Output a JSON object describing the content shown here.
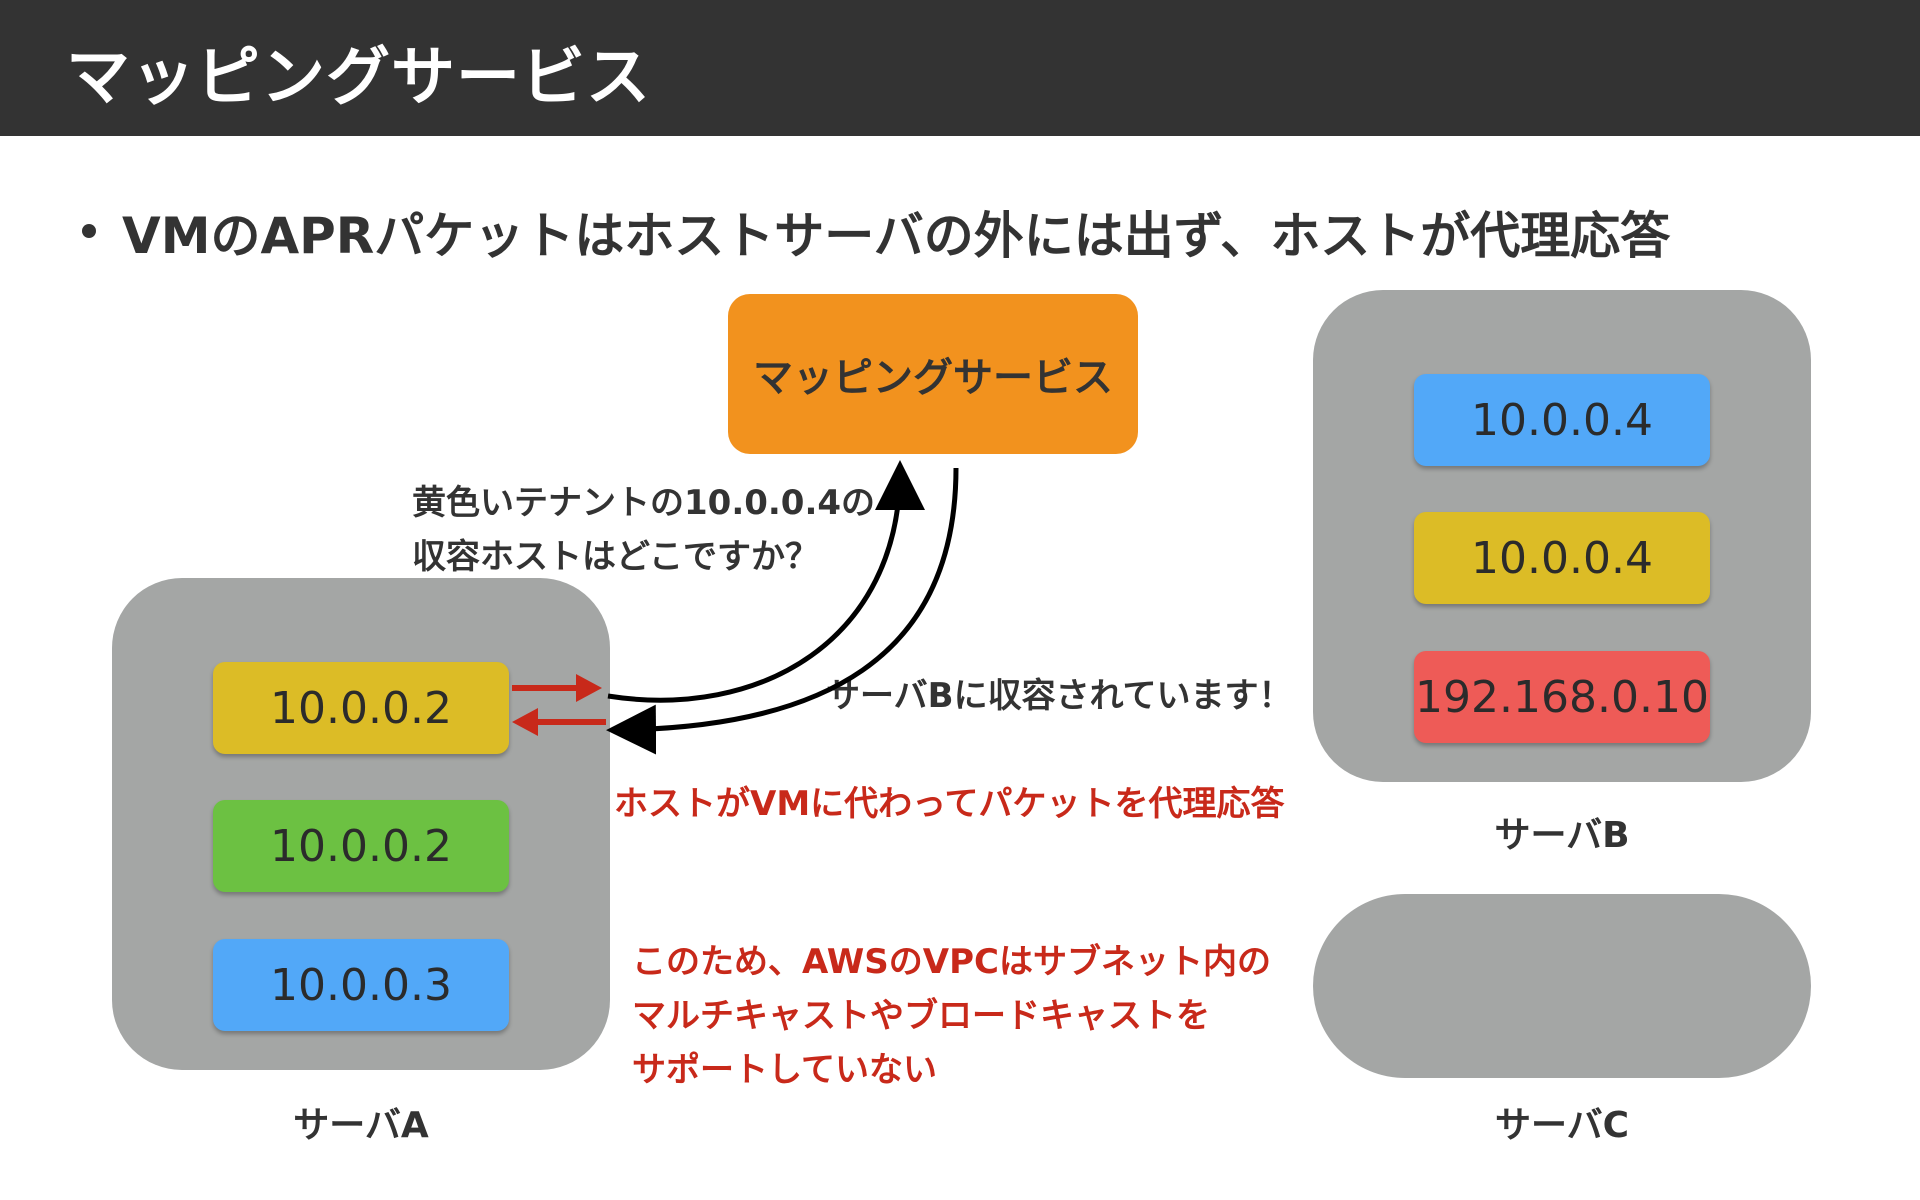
{
  "header": {
    "title": "マッピングサービス"
  },
  "bullet": {
    "text": "VMのAPRパケットはホストサーバの外には出ず、ホストが代理応答"
  },
  "mapping_service": {
    "label": "マッピングサービス"
  },
  "servers": {
    "a": {
      "label": "サーバA",
      "vms": [
        {
          "ip": "10.0.0.2",
          "color": "#dcbc26"
        },
        {
          "ip": "10.0.0.2",
          "color": "#6cc142"
        },
        {
          "ip": "10.0.0.3",
          "color": "#52a8f8"
        }
      ]
    },
    "b": {
      "label": "サーバB",
      "vms": [
        {
          "ip": "10.0.0.4",
          "color": "#52a8f8"
        },
        {
          "ip": "10.0.0.4",
          "color": "#dcbc26"
        },
        {
          "ip": "192.168.0.10",
          "color": "#ee5b57"
        }
      ]
    },
    "c": {
      "label": "サーバC"
    }
  },
  "notes": {
    "query": [
      "黄色いテナントの10.0.0.4の",
      "収容ホストはどこですか？"
    ],
    "answer": "サーバBに収容されています！",
    "proxy": "ホストがVMに代わってパケットを代理応答",
    "conclusion": [
      "このため、AWSのVPCはサブネット内の",
      "マルチキャストやブロードキャストを",
      "サポートしていない"
    ]
  },
  "colors": {
    "header_bg": "#333333",
    "server_bg": "#a4a6a5",
    "mapping_bg": "#f2921e",
    "accent_red": "#c8291a"
  }
}
